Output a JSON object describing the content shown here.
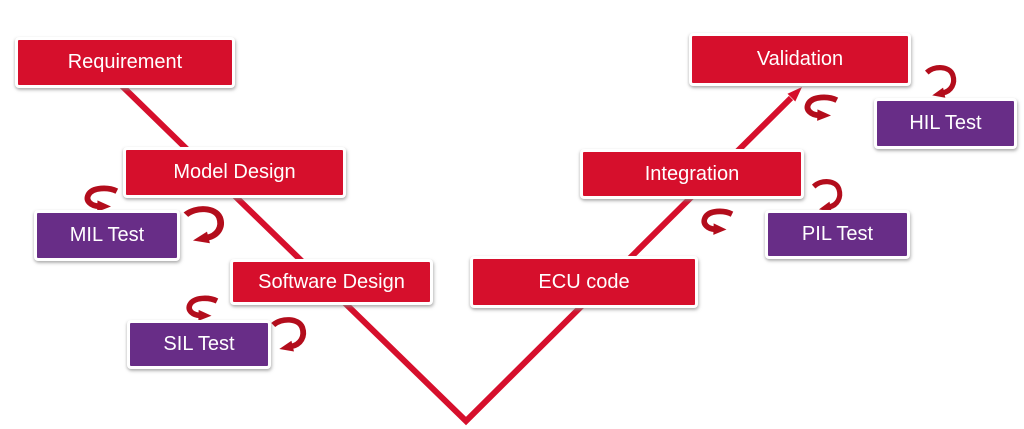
{
  "colors": {
    "phase_box": "#d60f2c",
    "test_box": "#682d87",
    "flow_line": "#d60f2c",
    "iteration_arrow": "#b30d1c",
    "label_text": "#ffffff",
    "background": "#ffffff"
  },
  "nodes": {
    "requirement": {
      "label": "Requirement",
      "type": "phase"
    },
    "model_design": {
      "label": "Model Design",
      "type": "phase"
    },
    "software_design": {
      "label": "Software Design",
      "type": "phase"
    },
    "ecu_code": {
      "label": "ECU code",
      "type": "phase"
    },
    "integration": {
      "label": "Integration",
      "type": "phase"
    },
    "validation": {
      "label": "Validation",
      "type": "phase"
    },
    "mil_test": {
      "label": "MIL Test",
      "type": "test"
    },
    "sil_test": {
      "label": "SIL Test",
      "type": "test"
    },
    "pil_test": {
      "label": "PIL Test",
      "type": "test"
    },
    "hil_test": {
      "label": "HIL Test",
      "type": "test"
    }
  },
  "flow": {
    "shape": "v-model",
    "descending_branch": [
      "Requirement",
      "Model Design",
      "Software Design"
    ],
    "ascending_branch": [
      "ECU code",
      "Integration",
      "Validation"
    ],
    "ascending_arrow_target": "Validation",
    "iteration_loops": [
      {
        "between": [
          "Model Design",
          "MIL Test"
        ]
      },
      {
        "between": [
          "Software Design",
          "SIL Test"
        ]
      },
      {
        "between": [
          "Integration",
          "PIL Test"
        ]
      },
      {
        "between": [
          "Validation",
          "HIL Test"
        ]
      }
    ]
  }
}
